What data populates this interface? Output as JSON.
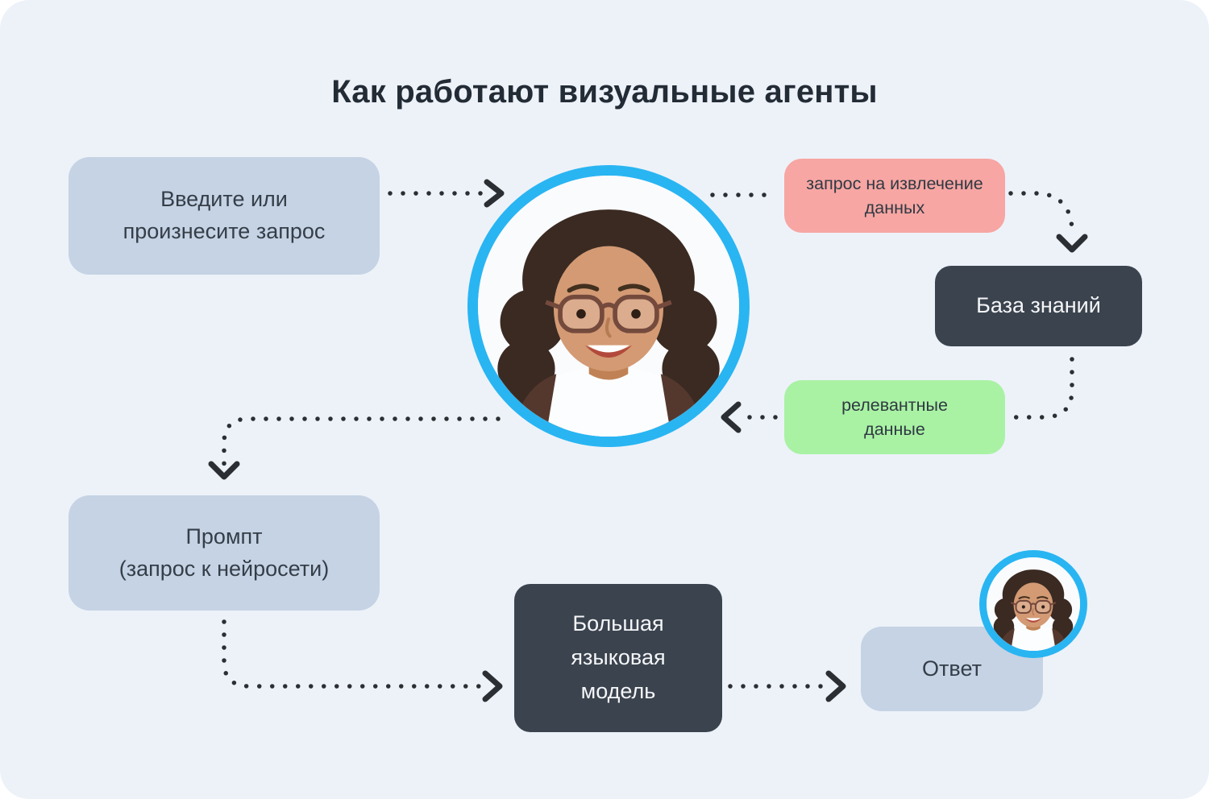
{
  "title": "Как работают визуальные агенты",
  "diagram": {
    "nodes": {
      "query_input": {
        "label": "Введите или\nпроизнесите запрос",
        "color": "#c5d3e4"
      },
      "extraction_request": {
        "label": "запрос на извлечение\nданных",
        "color": "#f7a6a3"
      },
      "knowledge_base": {
        "label": "База знаний",
        "color": "#3b434e"
      },
      "relevant_data": {
        "label": "релевантные\nданные",
        "color": "#a9f2a4"
      },
      "prompt": {
        "label": "Промпт\n(запрос к нейросети)",
        "color": "#c5d3e4"
      },
      "llm": {
        "label": "Большая\nязыковая\nмодель",
        "color": "#3b434e"
      },
      "answer": {
        "label": "Ответ",
        "color": "#c5d3e4"
      }
    },
    "images": {
      "agent_avatar_large": "woman-with-glasses-portrait",
      "agent_avatar_small": "woman-with-glasses-portrait"
    },
    "edges": [
      {
        "from": "query_input",
        "to": "agent_avatar",
        "style": "dotted",
        "arrowhead": true
      },
      {
        "from": "agent_avatar",
        "to": "extraction_request",
        "style": "dotted",
        "arrowhead": false
      },
      {
        "from": "extraction_request",
        "to": "knowledge_base",
        "style": "dotted",
        "arrowhead": true
      },
      {
        "from": "knowledge_base",
        "to": "relevant_data",
        "style": "dotted",
        "arrowhead": false
      },
      {
        "from": "relevant_data",
        "to": "agent_avatar",
        "style": "dotted",
        "arrowhead": true
      },
      {
        "from": "agent_avatar",
        "to": "prompt",
        "style": "dotted",
        "arrowhead": true
      },
      {
        "from": "prompt",
        "to": "llm",
        "style": "dotted",
        "arrowhead": true
      },
      {
        "from": "llm",
        "to": "answer",
        "style": "dotted",
        "arrowhead": true
      }
    ]
  },
  "colors": {
    "background": "#edf2f9",
    "accent_ring": "#29b5f2",
    "box_blue": "#c5d3e4",
    "box_pink": "#f7a6a3",
    "box_green": "#a9f2a4",
    "box_dark": "#3b434e",
    "arrow": "#2b2f33",
    "title_text": "#232b35"
  }
}
